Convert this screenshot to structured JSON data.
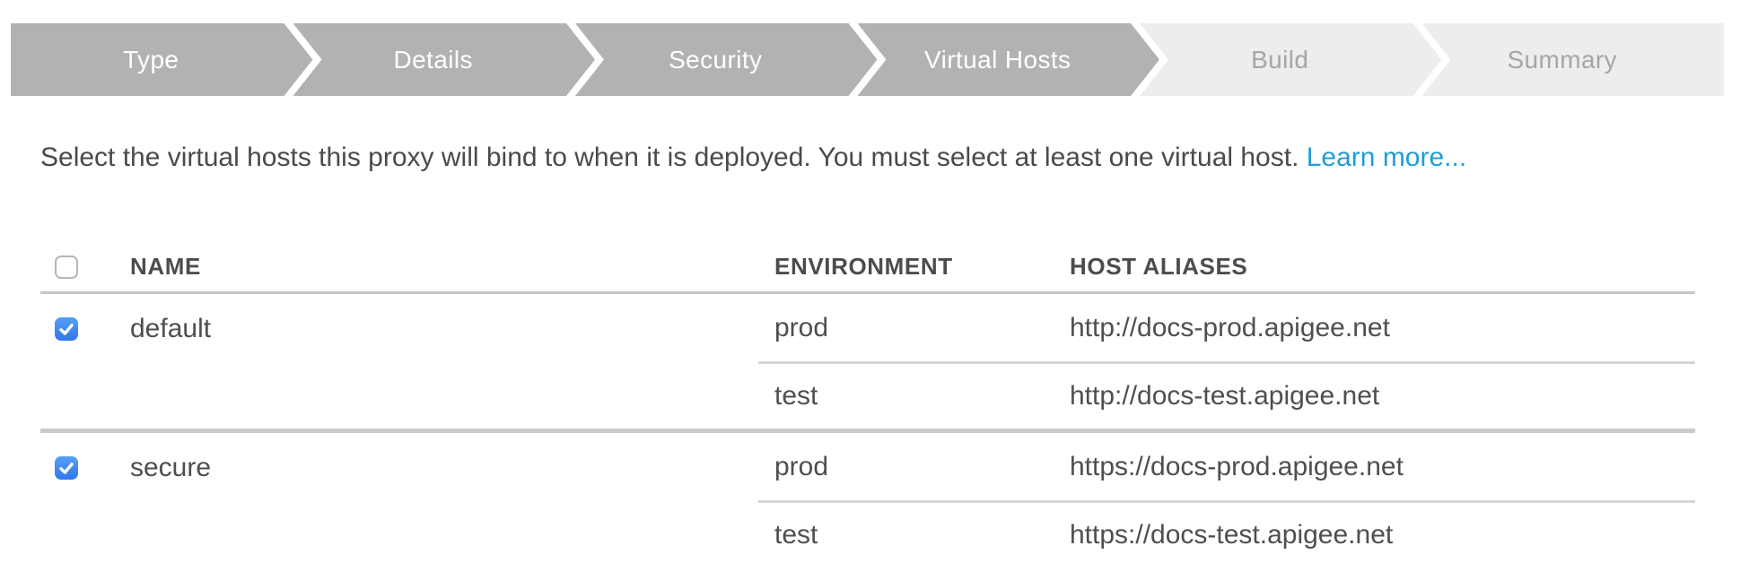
{
  "stepper": {
    "steps": [
      {
        "label": "Type",
        "state": "done"
      },
      {
        "label": "Details",
        "state": "done"
      },
      {
        "label": "Security",
        "state": "done"
      },
      {
        "label": "Virtual Hosts",
        "state": "active"
      },
      {
        "label": "Build",
        "state": "upcoming"
      },
      {
        "label": "Summary",
        "state": "upcoming"
      }
    ]
  },
  "description": {
    "text": "Select the virtual hosts this proxy will bind to when it is deployed. You must select at least one virtual host. ",
    "link_label": "Learn more..."
  },
  "table": {
    "select_all_checked": false,
    "headers": {
      "name": "NAME",
      "environment": "ENVIRONMENT",
      "host_aliases": "HOST ALIASES"
    },
    "rows": [
      {
        "name": "default",
        "checked": true,
        "bindings": [
          {
            "environment": "prod",
            "host_alias": "http://docs-prod.apigee.net"
          },
          {
            "environment": "test",
            "host_alias": "http://docs-test.apigee.net"
          }
        ]
      },
      {
        "name": "secure",
        "checked": true,
        "bindings": [
          {
            "environment": "prod",
            "host_alias": "https://docs-prod.apigee.net"
          },
          {
            "environment": "test",
            "host_alias": "https://docs-test.apigee.net"
          }
        ]
      }
    ]
  },
  "colors": {
    "link_blue": "#1e9ed6",
    "checkbox_blue": "#3b82f0",
    "step_active_bg": "#b2b2b2",
    "step_active_text": "#ffffff",
    "step_inactive_bg": "#ededed",
    "step_inactive_text": "#a6a6a6"
  }
}
